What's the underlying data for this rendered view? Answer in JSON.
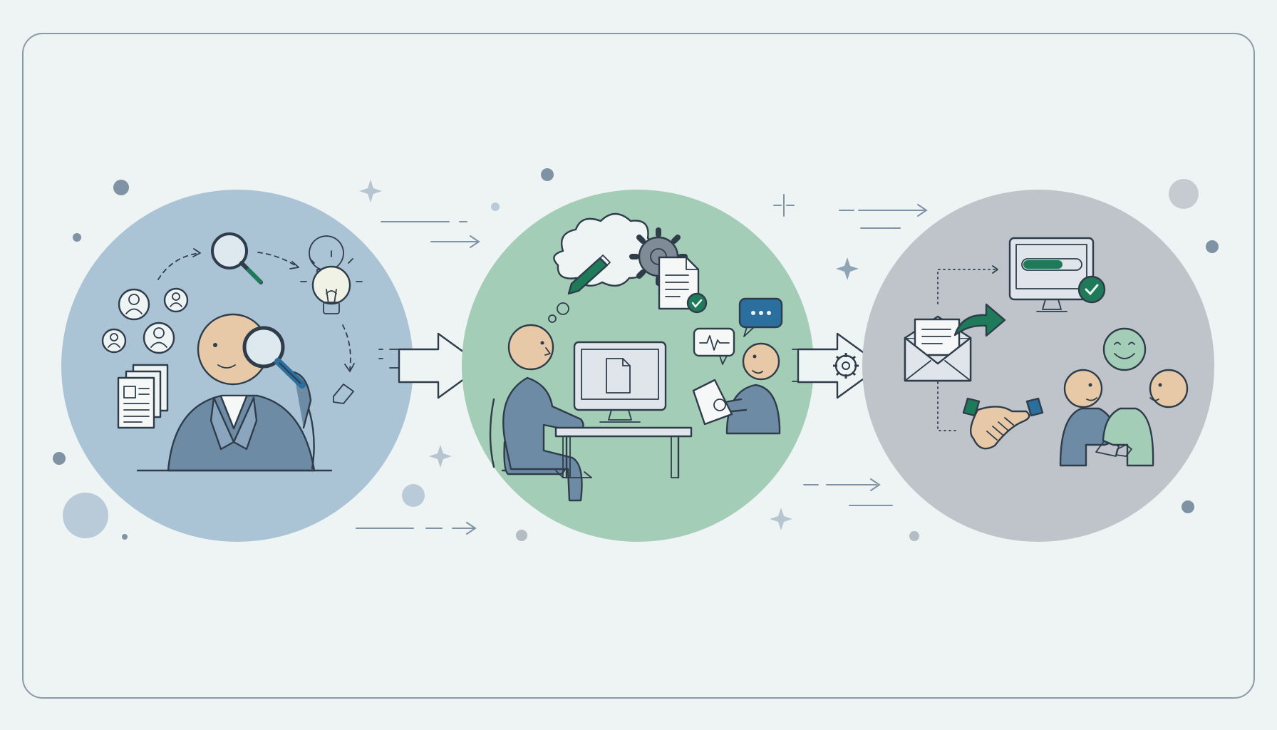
{
  "palette": {
    "background": "#eef3f3",
    "frame_stroke": "#8a9aa8",
    "circle_research": "#aac4d6",
    "circle_create": "#a3cdb7",
    "circle_deliver": "#bec4ca",
    "ink": "#2f3d4a",
    "skin": "#e7c9a8",
    "suit_blue": "#6e8ba5",
    "accent_green": "#1f7a5a",
    "accent_blue": "#2a6f9e",
    "arrow_fill": "#eef3f3",
    "dot_color": "#7f93a4"
  },
  "stages": [
    {
      "id": "research",
      "icons": [
        "user-icon",
        "user-icon",
        "user-icon",
        "user-icon",
        "documents-icon",
        "magnifier-icon",
        "lightbulb-icon",
        "pencil-icon"
      ]
    },
    {
      "id": "create",
      "icons": [
        "thought-bubble-icon",
        "pen-icon",
        "gear-icon",
        "document-check-icon",
        "computer-monitor-icon",
        "chat-bubble-icon",
        "waveform-icon",
        "document-icon"
      ]
    },
    {
      "id": "deliver",
      "icons": [
        "envelope-icon",
        "share-arrow-icon",
        "progress-monitor-icon",
        "check-badge-icon",
        "smiley-icon",
        "handshake-icon"
      ]
    }
  ],
  "connectors": [
    "arrow-research-to-create",
    "arrow-create-to-deliver"
  ]
}
